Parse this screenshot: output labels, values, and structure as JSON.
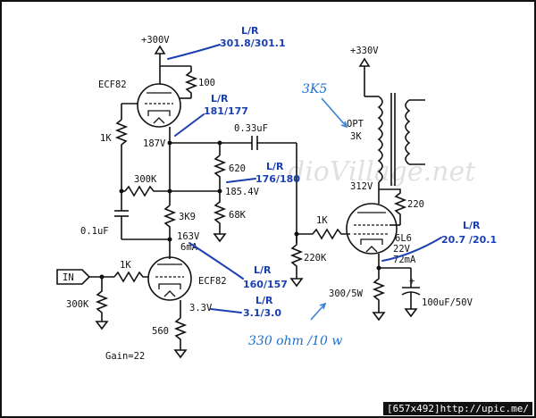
{
  "supply": {
    "preamp": "+300V",
    "output": "+330V"
  },
  "tubes": {
    "v1_top": "ECF82",
    "v1_bottom": "ECF82",
    "v2": "6L6"
  },
  "components": {
    "r100": "100",
    "r1k_left": "1K",
    "r620": "620",
    "r300k_fb": "300K",
    "r3k9": "3K9",
    "r68k": "68K",
    "c01": "0.1uF",
    "c033": "0.33uF",
    "r220k": "220K",
    "r1k_grid": "1K",
    "r220": "220",
    "opt": "OPT",
    "opt_val": "3K",
    "in_label": "IN",
    "r1k_in": "1K",
    "r300k_in": "300K",
    "r560": "560",
    "r300_5w": "300/5W",
    "c100u": "100uF/50V",
    "gain": "Gain=22"
  },
  "voltages": {
    "v187": "187V",
    "v185": "185.4V",
    "v163": "163V",
    "v6ma": "6mA",
    "v33": "3.3V",
    "v312": "312V",
    "v22": "22V",
    "v72ma": "72mA"
  },
  "annotations": {
    "lr_label": "L/R",
    "n1": "301.8/301.1",
    "n2": "181/177",
    "n3": "176/180",
    "n4": "160/157",
    "n5": "3.1/3.0",
    "n6": "20.7 /20.1",
    "opt_note": "3K5",
    "cathode_note": "330 ohm /10 w"
  },
  "watermark": "dioVillage.net",
  "footer": "[657x492]http://upic.me/"
}
